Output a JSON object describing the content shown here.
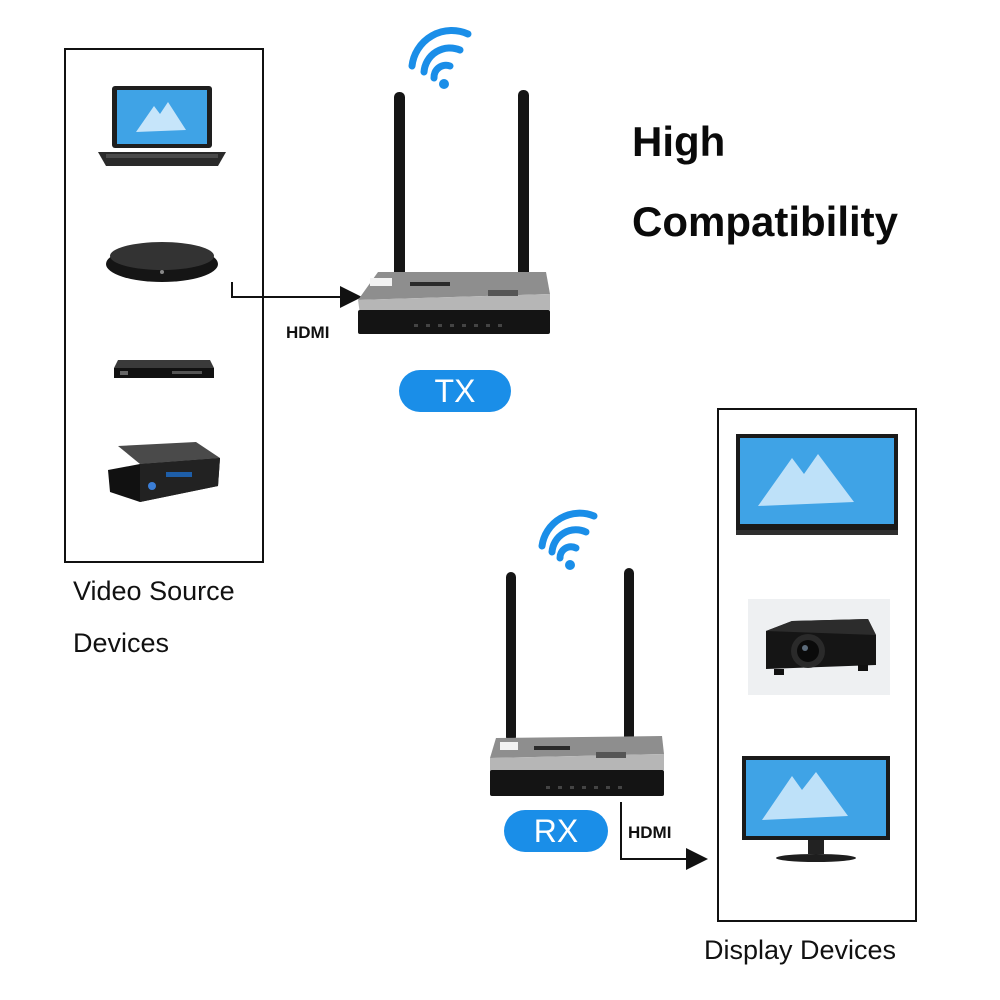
{
  "heading": {
    "line1": "High",
    "line2": "Compatibility"
  },
  "source_panel": {
    "caption_line1": "Video Source",
    "caption_line2": "Devices",
    "devices": [
      "laptop-icon",
      "media-player-icon",
      "dvd-player-icon",
      "set-top-box-icon"
    ]
  },
  "display_panel": {
    "caption": "Display Devices",
    "devices": [
      "tv-icon",
      "projector-icon",
      "monitor-icon"
    ]
  },
  "transmitter": {
    "badge": "TX",
    "port_label": "HDMI"
  },
  "receiver": {
    "badge": "RX",
    "port_label": "HDMI"
  },
  "colors": {
    "badge": "#1a8ee8",
    "wifi": "#1a8ee8",
    "device_body": "#2a2a2a",
    "screen": "#3fa3e6"
  }
}
